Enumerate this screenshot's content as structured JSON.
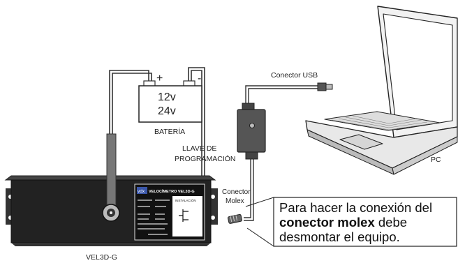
{
  "battery": {
    "plus": "+",
    "minus": "-",
    "v12": "12v",
    "v24": "24v",
    "label": "BATERÍA"
  },
  "usb_label": "Conector USB",
  "pc_label": "PC",
  "key_label_line1": "LLAVE DE",
  "key_label_line2": "PROGRAMACIÓN",
  "molex_label_line1": "Conector",
  "molex_label_line2": "Molex",
  "device_label": "VEL3D-G",
  "device_plate": {
    "logo": "vdx",
    "title": "VELOCÍMETRO VEL3D-G",
    "install": "INSTALACIÓN"
  },
  "callout": {
    "line1": "Para hacer la conexión del",
    "bold": "conector molex",
    "line2_rest": " debe",
    "line3": "desmontar el equipo."
  }
}
